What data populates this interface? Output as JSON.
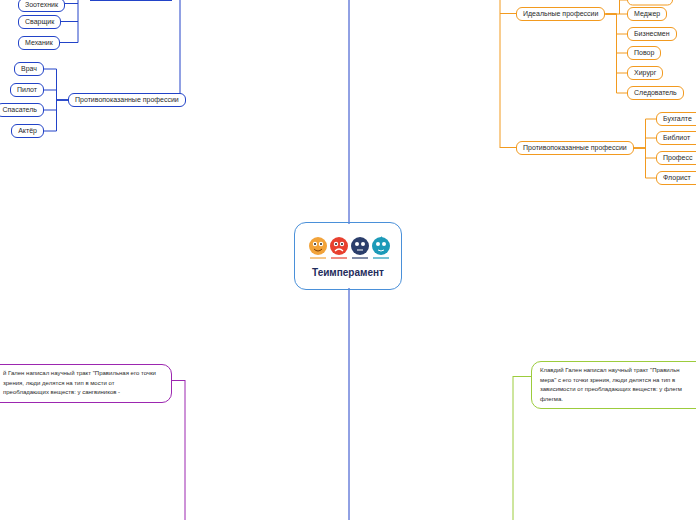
{
  "diagram": {
    "nodes": [
      {
        "text": [
          "Зоотехник"
        ]
      },
      {
        "text": [
          "Сварщик"
        ]
      },
      {
        "text": [
          "Механик"
        ]
      },
      {
        "text": [
          "Идеальные профессии"
        ]
      },
      {
        "text": [
          "Меджер"
        ]
      },
      {
        "text": [
          "Бизнесмен"
        ]
      },
      {
        "text": [
          "Повор"
        ]
      },
      {
        "text": [
          "Хирург"
        ]
      },
      {
        "text": [
          "Следователь"
        ]
      },
      {
        "text": [
          "Врач"
        ]
      },
      {
        "text": [
          "Пилот"
        ]
      },
      {
        "text": [
          "Спасатель"
        ]
      },
      {
        "text": [
          "Актёр"
        ]
      },
      {
        "text": [
          "Противопоказанные профессии"
        ]
      },
      {
        "text": [
          "Бухгалте"
        ]
      },
      {
        "text": [
          "Библиот"
        ]
      },
      {
        "text": [
          "Противопоказанные профессии"
        ]
      },
      {
        "text": [
          "Професс"
        ]
      },
      {
        "text": [
          "Флорист"
        ]
      },
      {
        "text": [
          "Теимперамент"
        ]
      },
      {
        "text": [
          "й Гален написал научный тракт \"Правильная его точки зрения, люди делятся на тип в мости от преобладающих веществ: у сангвиников -"
        ]
      },
      {
        "text": [
          "Клавдий Гален написал научный тракт \"Правильн мера\" с его точки зрения, люди делятся на тип в зависимости от преобладающих веществ: у флегм флегма."
        ]
      }
    ],
    "edges": [
      {
        "from": 3,
        "to": 4,
        "arrow": "none"
      },
      {
        "from": 3,
        "to": 5,
        "arrow": "none"
      },
      {
        "from": 3,
        "to": 6,
        "arrow": "none"
      },
      {
        "from": 3,
        "to": 7,
        "arrow": "none"
      },
      {
        "from": 3,
        "to": 8,
        "arrow": "none"
      },
      {
        "from": 13,
        "to": 9,
        "arrow": "none"
      },
      {
        "from": 13,
        "to": 10,
        "arrow": "none"
      },
      {
        "from": 13,
        "to": 11,
        "arrow": "none"
      },
      {
        "from": 13,
        "to": 12,
        "arrow": "none"
      },
      {
        "from": 16,
        "to": 14,
        "arrow": "none"
      },
      {
        "from": 16,
        "to": 15,
        "arrow": "none"
      },
      {
        "from": 16,
        "to": 17,
        "arrow": "none"
      },
      {
        "from": 16,
        "to": 18,
        "arrow": "none"
      }
    ]
  }
}
